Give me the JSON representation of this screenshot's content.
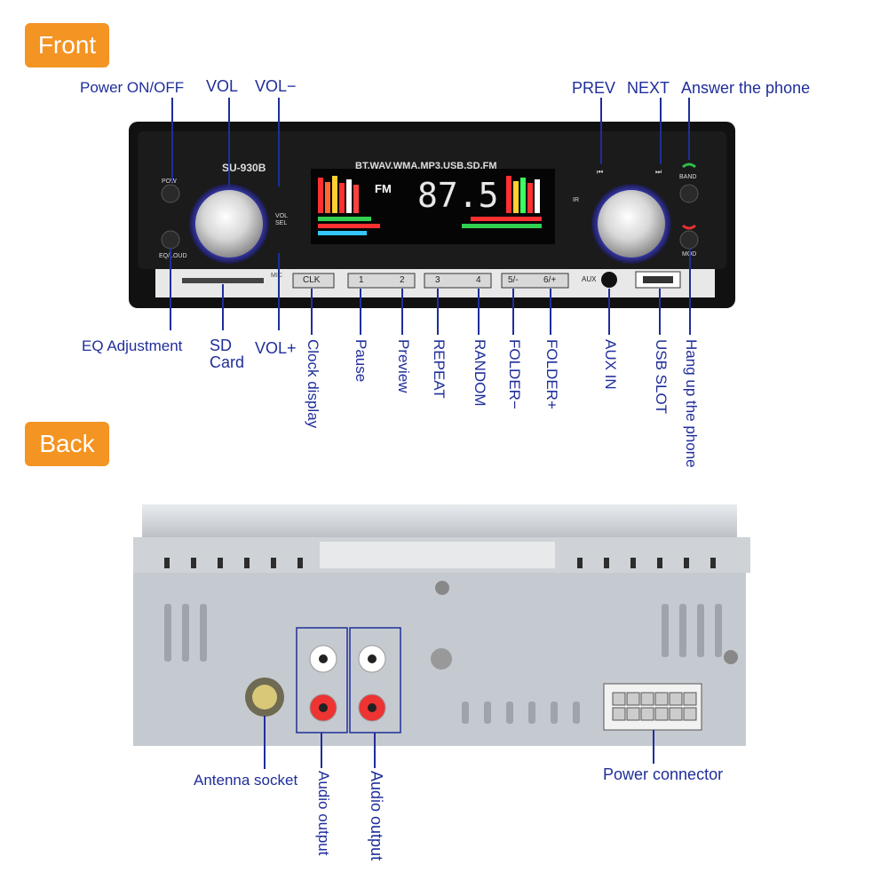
{
  "sections": {
    "front": "Front",
    "back": "Back"
  },
  "front_top_labels": {
    "power": "Power ON/OFF",
    "vol": "VOL",
    "vol_minus": "VOL−",
    "prev": "PREV",
    "next": "NEXT",
    "answer": "Answer the phone"
  },
  "front_bottom_labels": {
    "eq": "EQ Adjustment",
    "sd_1": "SD",
    "sd_2": "Card",
    "vol_plus": "VOL+",
    "clock": "Clock display",
    "pause": "Pause",
    "preview": "Preview",
    "repeat": "REPEAT",
    "random": "RANDOM",
    "folder_minus": "FOLDER−",
    "folder_plus": "FOLDER+",
    "aux_in": "AUX IN",
    "usb_slot": "USB SLOT",
    "hang_up": "Hang up the phone"
  },
  "device_text": {
    "model": "SU-930B",
    "formats": "BT.WAV.WMA.MP3.USB.SD.FM",
    "band_fm": "FM",
    "frequency": "87.5",
    "pow": "POW",
    "eq_loud": "EQ/LOUD",
    "vol_sel": "VOL SEL",
    "ir": "IR",
    "band": "BAND",
    "mod": "MOD",
    "clk": "CLK",
    "btn1": "1",
    "btn2": "2",
    "btn3": "3",
    "btn4": "4",
    "btn5": "5/-",
    "btn6": "6/+",
    "aux": "AUX",
    "mic": "MIC"
  },
  "back_labels": {
    "antenna": "Antenna socket",
    "audio_out_1": "Audio output",
    "audio_out_2": "Audio output",
    "power_connector": "Power connector"
  },
  "colors": {
    "tag": "#f39423",
    "label": "#1f2e9a",
    "glow": "#6a6cff"
  }
}
